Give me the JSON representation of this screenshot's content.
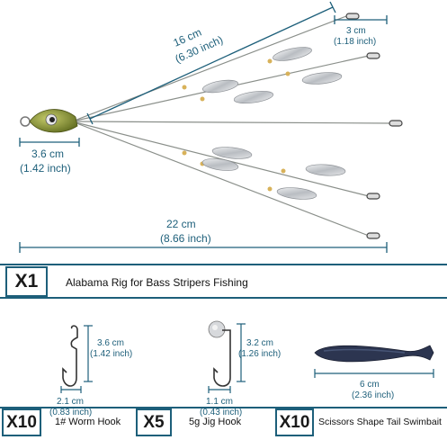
{
  "dimensions": {
    "arm_length_cm": "16 cm",
    "arm_length_in": "(6.30 inch)",
    "snap_length_cm": "3 cm",
    "snap_length_in": "(1.18 inch)",
    "head_length_cm": "3.6 cm",
    "head_length_in": "(1.42 inch)",
    "total_length_cm": "22 cm",
    "total_length_in": "(8.66 inch)"
  },
  "main_item": {
    "quantity": "X1",
    "label": "Alabama Rig for Bass Stripers Fishing"
  },
  "worm_hook": {
    "height_cm": "3.6 cm",
    "height_in": "(1.42 inch)",
    "width_cm": "2.1 cm",
    "width_in": "(0.83 inch)",
    "quantity": "X10",
    "label": "1# Worm Hook"
  },
  "jig_hook": {
    "height_cm": "3.2 cm",
    "height_in": "(1.26 inch)",
    "width_cm": "1.1 cm",
    "width_in": "(0.43 inch)",
    "quantity": "X5",
    "label": "5g Jig Hook"
  },
  "swimbait": {
    "length_cm": "6 cm",
    "length_in": "(2.36 inch)",
    "quantity": "X10",
    "label": "Scissors Shape Tail Swimbait"
  },
  "colors": {
    "accent": "#1d5f7a",
    "wire": "#8a8f8a",
    "blade": "#c9ccd0",
    "head": "#9aa43a",
    "swimbait": "#2c3550"
  }
}
